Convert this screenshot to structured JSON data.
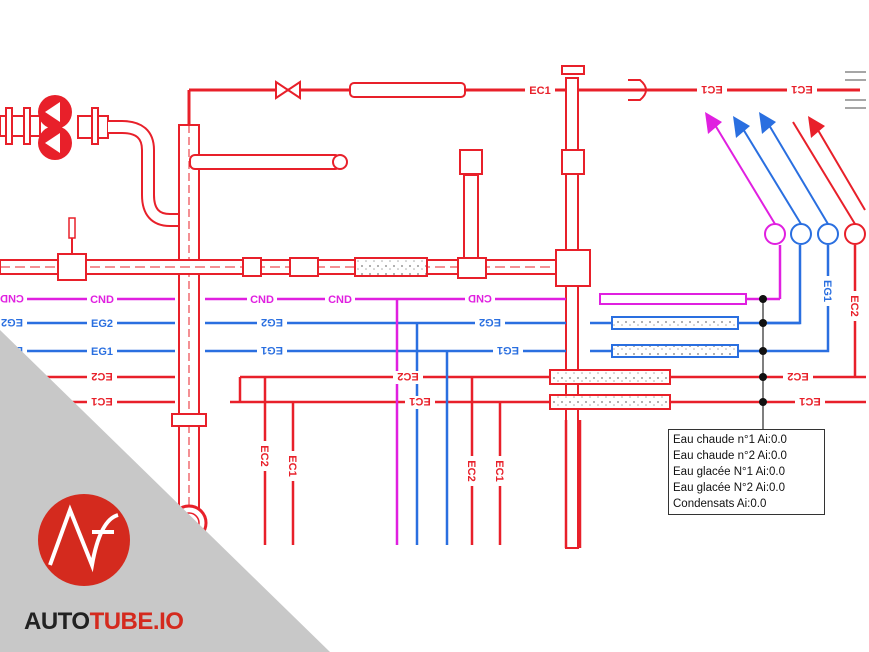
{
  "colors": {
    "hot_water": "#e8202a",
    "chilled_water": "#2a6fe0",
    "condensate": "#e020e0",
    "brand_red": "#d42a1e",
    "corner_grey": "#c8c8c8"
  },
  "pipe_labels": {
    "cnd": "CND",
    "eg1": "EG1",
    "eg2": "EG2",
    "ec1": "EC1",
    "ec2": "EC2"
  },
  "legend": {
    "items": [
      "Eau chaude n°1 Ai:0.0",
      "Eau chaude n°2 Ai:0.0",
      "Eau glacée N°1 Ai:0.0",
      "Eau glacée N°2 Ai:0.0",
      "Condensats Ai:0.0"
    ]
  },
  "brand": {
    "part1": "AUTO",
    "part2": "TUBE.IO",
    "logo_icon": "af-logo-icon"
  }
}
